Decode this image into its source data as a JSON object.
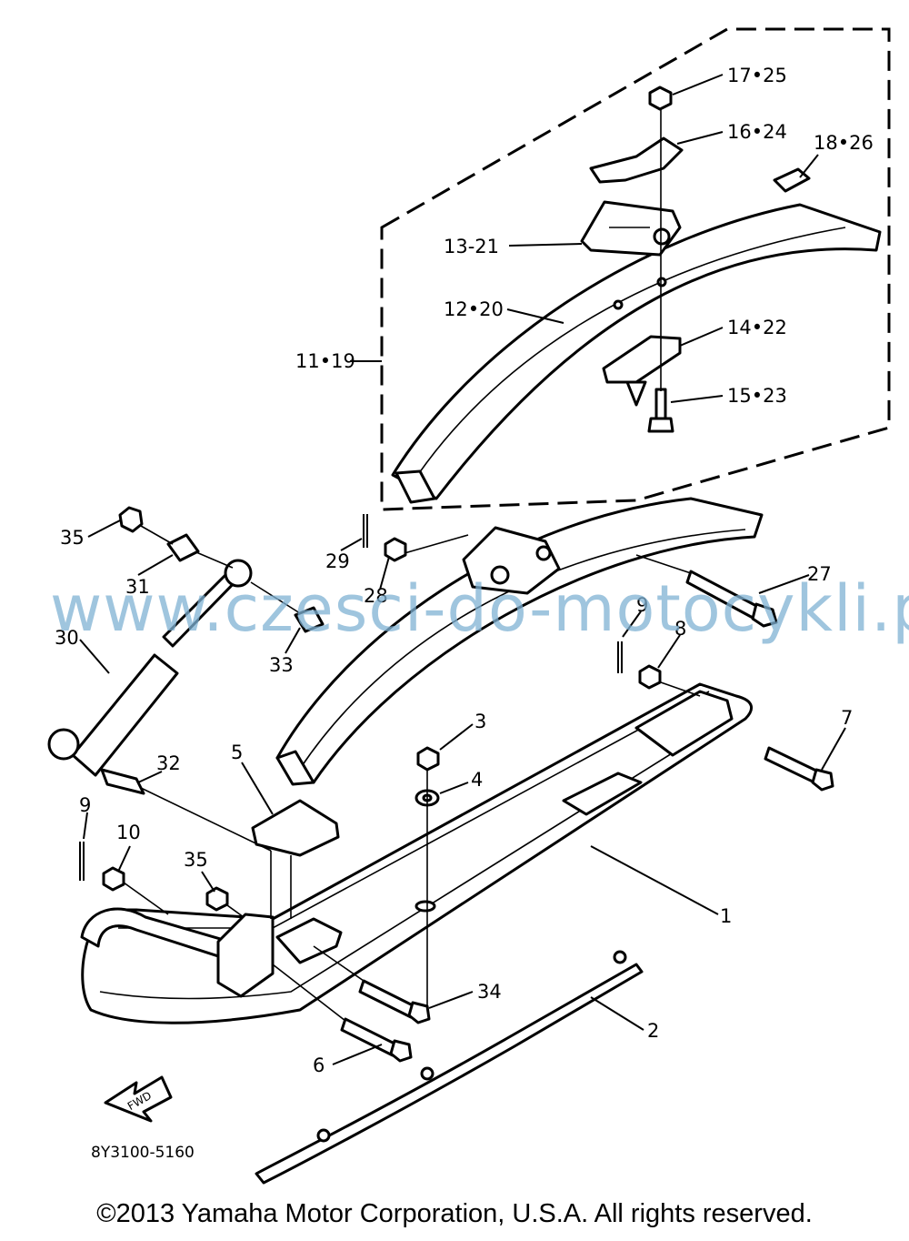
{
  "labels": {
    "p17_25": "17•25",
    "p16_24": "16•24",
    "p18_26": "18•26",
    "p13_21": "13-21",
    "p12_20": "12•20",
    "p14_22": "14•22",
    "p15_23": "15•23",
    "p11_19": "11•19",
    "p35a": "35",
    "p31": "31",
    "p30": "30",
    "p33": "33",
    "p29": "29",
    "p28": "28",
    "p27": "27",
    "p9a": "9",
    "p8": "8",
    "p7": "7",
    "p3": "3",
    "p4": "4",
    "p32": "32",
    "p5": "5",
    "p9b": "9",
    "p10": "10",
    "p35b": "35",
    "p1": "1",
    "p34": "34",
    "p2": "2",
    "p6": "6",
    "fwd": "FWD",
    "catalog_code": "8Y3100-5160"
  },
  "watermark": "www.czesci-do-motocykli.pl",
  "copyright": "©2013 Yamaha Motor Corporation, U.S.A. All rights reserved."
}
